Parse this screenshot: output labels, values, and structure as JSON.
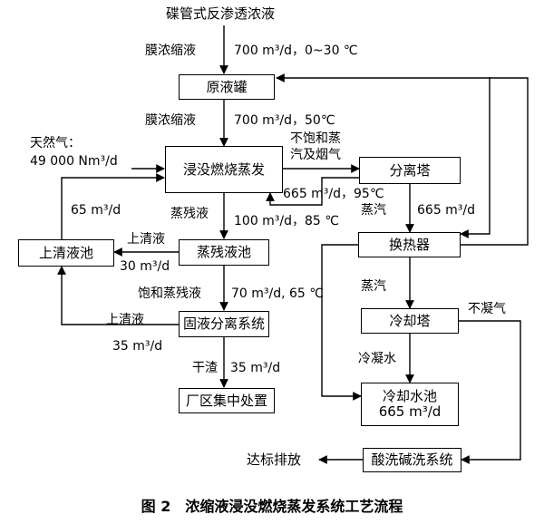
{
  "nodes": {
    "source": "碟管式反渗透浓液",
    "raw_tank": "原液罐",
    "evaporator": "浸没燃烧蒸发",
    "separator": "分离塔",
    "heat_exchanger": "换热器",
    "cooling_tower": "冷却塔",
    "cooling_pool_name": "冷却水池",
    "cooling_pool_flow": "665 m³/d",
    "residue_pool": "蒸残液池",
    "supernatant_pool": "上清液池",
    "solid_liquid": "固液分离系统",
    "disposal": "厂区集中处置",
    "scrubber": "酸洗碱洗系统"
  },
  "labels": {
    "concentrate_1": "膜浓缩液",
    "flow_1": "700 m³/d，0~30 ℃",
    "concentrate_2": "膜浓缩液",
    "flow_2": "700 m³/d，50℃",
    "natural_gas": "天然气：",
    "gas_flow": "49 000 Nm³/d",
    "unsaturated_1": "不饱和蒸",
    "unsaturated_2": "汽及烟气",
    "flow_665_95": "665 m³/d，95℃",
    "steam_1": "蒸汽",
    "flow_665": "665 m³/d",
    "residue": "蒸残液",
    "flow_100": "100 m³/d，85 ℃",
    "flow_65": "65 m³/d",
    "supernatant_1": "上清液",
    "flow_30": "30 m³/d",
    "saturated_residue": "饱和蒸残液",
    "flow_70": "70 m³/d, 65 ℃",
    "supernatant_2": "上清液",
    "flow_35a": "35 m³/d",
    "steam_2": "蒸汽",
    "noncondensable": "不凝气",
    "condensate": "冷凝水",
    "dry_residue": "干渣",
    "flow_35b": "35 m³/d",
    "discharge": "达标排放"
  },
  "caption": "图 2　浓缩液浸没燃烧蒸发系统工艺流程"
}
